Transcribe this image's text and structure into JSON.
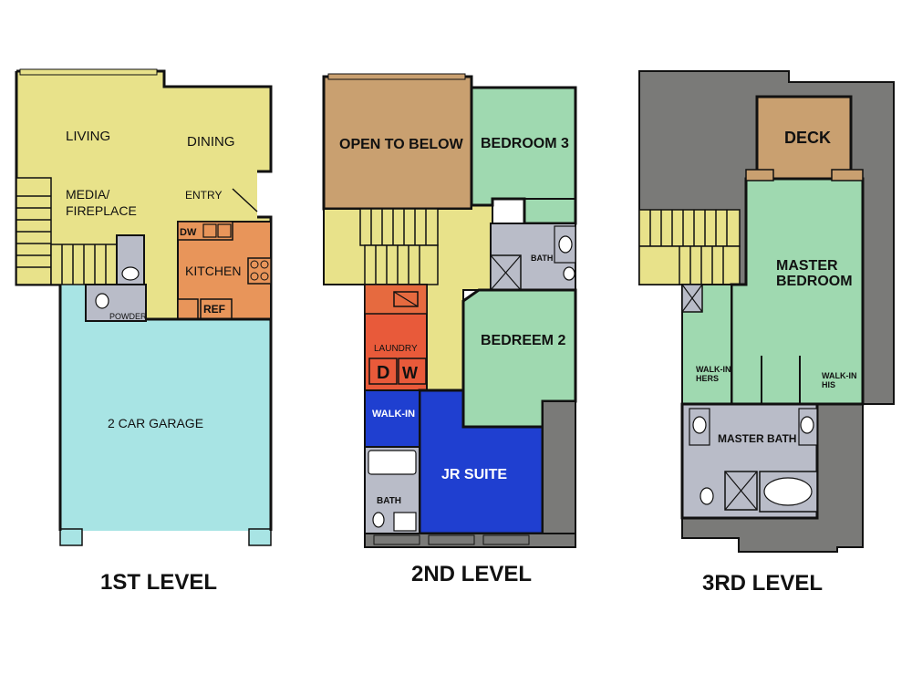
{
  "levels": {
    "first": {
      "title": "1ST LEVEL",
      "rooms": {
        "living": "LIVING",
        "dining": "DINING",
        "media1": "MEDIA/",
        "media2": "FIREPLACE",
        "entry": "ENTRY",
        "kitchen": "KITCHEN",
        "dw": "DW",
        "ref": "REF",
        "powder": "POWDER",
        "garage": "2 CAR GARAGE"
      }
    },
    "second": {
      "title": "2ND LEVEL",
      "rooms": {
        "open": "OPEN TO BELOW",
        "bed3": "BEDROOM 3",
        "bath": "BATH",
        "bed2": "BEDREEM 2",
        "laundry": "LAUNDRY",
        "d": "D",
        "w": "W",
        "walkin": "WALK-IN",
        "jr": "JR SUITE",
        "bath2": "BATH"
      }
    },
    "third": {
      "title": "3RD LEVEL",
      "rooms": {
        "deck": "DECK",
        "master1": "MASTER",
        "master2": "BEDROOM",
        "hers1": "WALK-IN",
        "hers2": "HERS",
        "his1": "WALK-IN",
        "his2": "HIS",
        "mbath": "MASTER BATH"
      }
    }
  },
  "colors": {
    "living": "#E8E28A",
    "kitchen": "#E8955A",
    "garage": "#A8E4E4",
    "open": "#C9A070",
    "bedroom": "#9FD9B0",
    "bath": "#B9BCC8",
    "laundry": "#E85A3A",
    "suite": "#1F3FD0",
    "roof": "#7A7A78",
    "deck": "#C9A070"
  }
}
